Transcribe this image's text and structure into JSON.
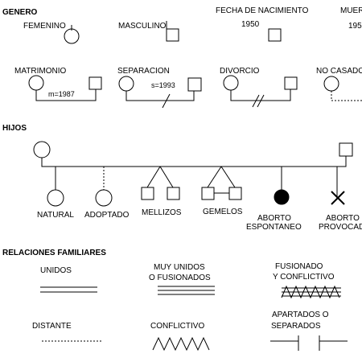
{
  "sections": {
    "genero": "GENERO",
    "hijos": "HIJOS",
    "relaciones": "RELACIONES FAMILIARES"
  },
  "genero": {
    "femenino": "FEMENINO",
    "masculino": "MASCULINO",
    "fecha_nacimiento": "FECHA DE NACIMIENTO",
    "fecha_year": "1950",
    "muerte_partial": "MUER",
    "muerte_year_partial": "195"
  },
  "parejas": {
    "matrimonio": "MATRIMONIO",
    "matrimonio_fecha": "m=1987",
    "separacion": "SEPARACION",
    "separacion_fecha": "s=1993",
    "divorcio": "DIVORCIO",
    "no_casados": "NO CASADO"
  },
  "hijos": {
    "natural": "NATURAL",
    "adoptado": "ADOPTADO",
    "mellizos": "MELLIZOS",
    "gemelos": "GEMELOS",
    "aborto_espontaneo_1": "ABORTO",
    "aborto_espontaneo_2": "ESPONTANEO",
    "aborto_provocado_1": "ABORTO",
    "aborto_provocado_2": "PROVOCAD"
  },
  "relaciones": {
    "unidos": "UNIDOS",
    "muy_unidos_1": "MUY UNIDOS",
    "muy_unidos_2": "O FUSIONADOS",
    "fusionado_1": "FUSIONADO",
    "fusionado_2": "Y CONFLICTIVO",
    "distante": "DISTANTE",
    "conflictivo": "CONFLICTIVO",
    "apartados_1": "APARTADOS O",
    "apartados_2": "SEPARADOS"
  }
}
